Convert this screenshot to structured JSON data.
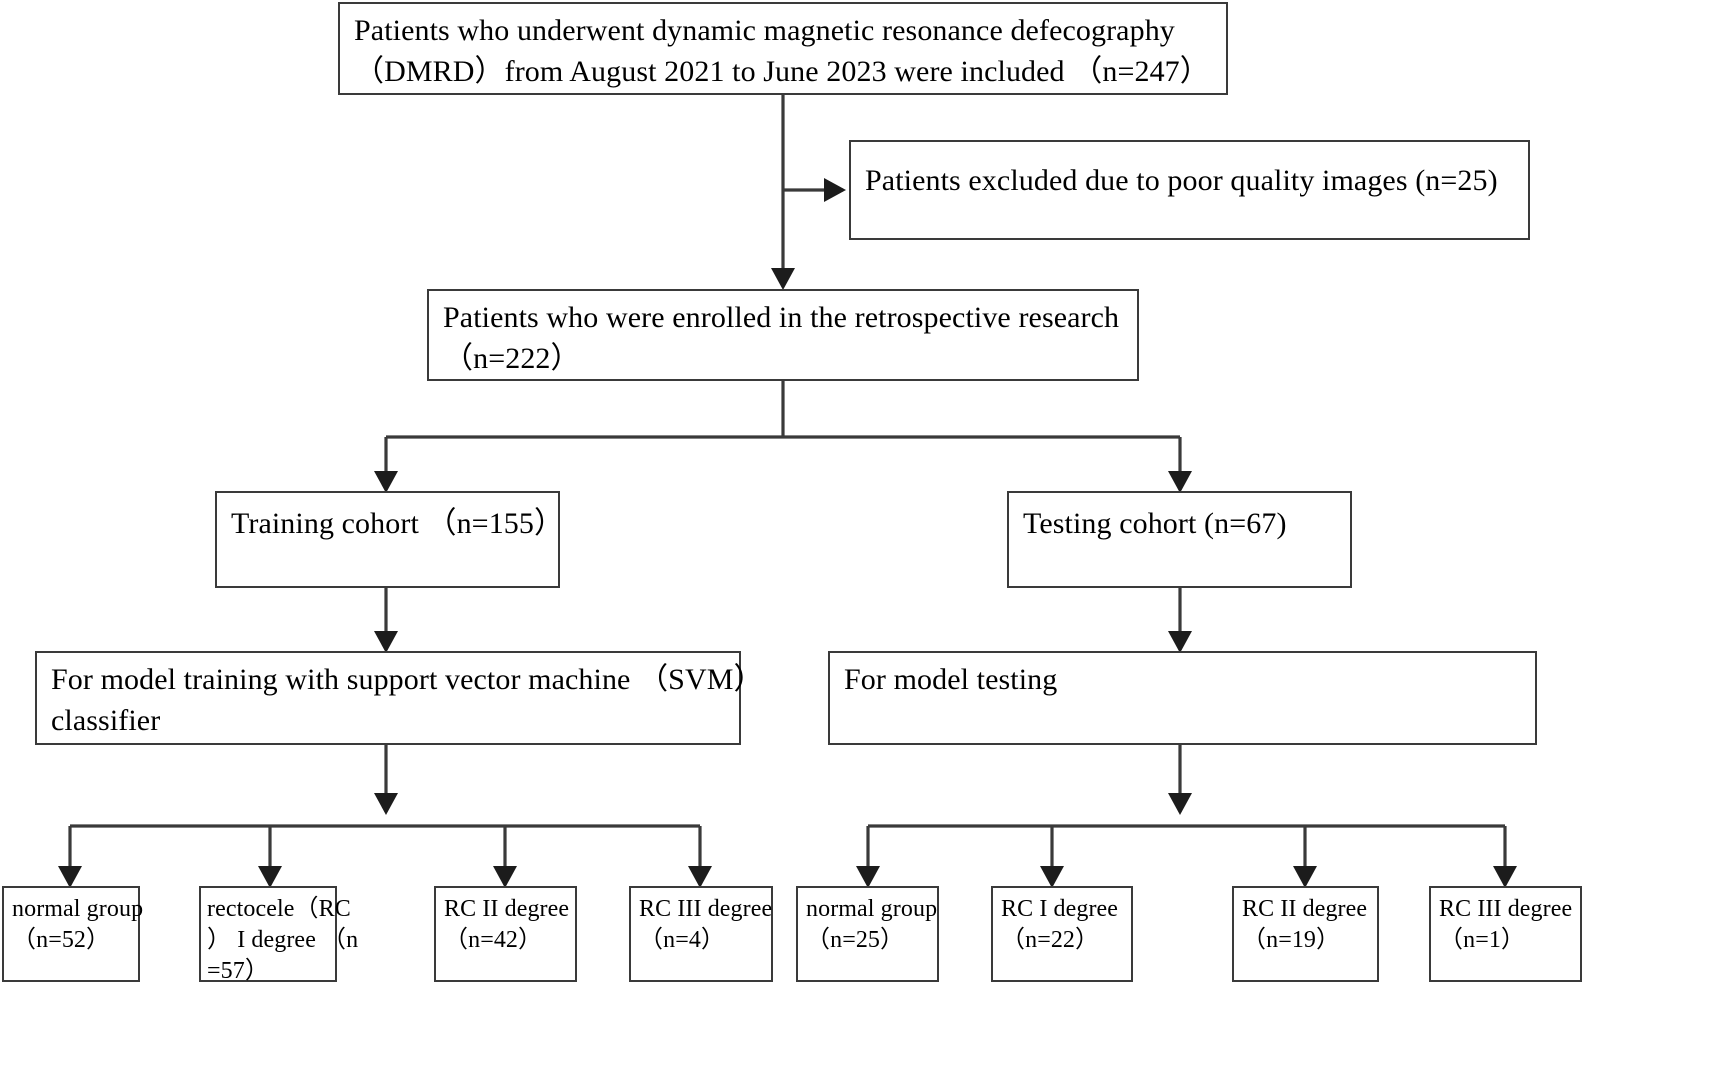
{
  "diagram": {
    "type": "flowchart",
    "title": "Patient enrollment and cohort allocation flowchart",
    "line_color": "#3a3a3a",
    "text_color": "#000000",
    "background": "#ffffff",
    "nodes": {
      "enrolled_total": "Patients who underwent dynamic magnetic resonance defecography\n（DMRD）from August 2021 to June 2023 were included （n=247）",
      "excluded": "Patients excluded due to poor quality images (n=25)",
      "retrospective": "Patients who were enrolled in the retrospective research\n（n=222）",
      "training_cohort": "Training cohort （n=155）",
      "testing_cohort": "Testing cohort (n=67)",
      "model_training": "For model training with support vector machine （SVM）\nclassifier",
      "model_testing": "For model testing",
      "train_normal": "normal group\n（n=52）",
      "train_rc1": "rectocele（RC\n） I degree （n\n=57）",
      "train_rc2": "RC II degree\n（n=42）",
      "train_rc3": "RC III degree\n（n=4）",
      "test_normal": "normal group\n（n=25）",
      "test_rc1": "RC I degree\n（n=22）",
      "test_rc2": "RC II degree\n（n=19）",
      "test_rc3": "RC III degree\n（n=1）"
    },
    "counts": {
      "screened": 247,
      "excluded_poor_quality": 25,
      "enrolled": 222,
      "training": 155,
      "testing": 67,
      "training_normal": 52,
      "training_rc_I": 57,
      "training_rc_II": 42,
      "training_rc_III": 4,
      "testing_normal": 25,
      "testing_rc_I": 22,
      "testing_rc_II": 19,
      "testing_rc_III": 1
    }
  }
}
